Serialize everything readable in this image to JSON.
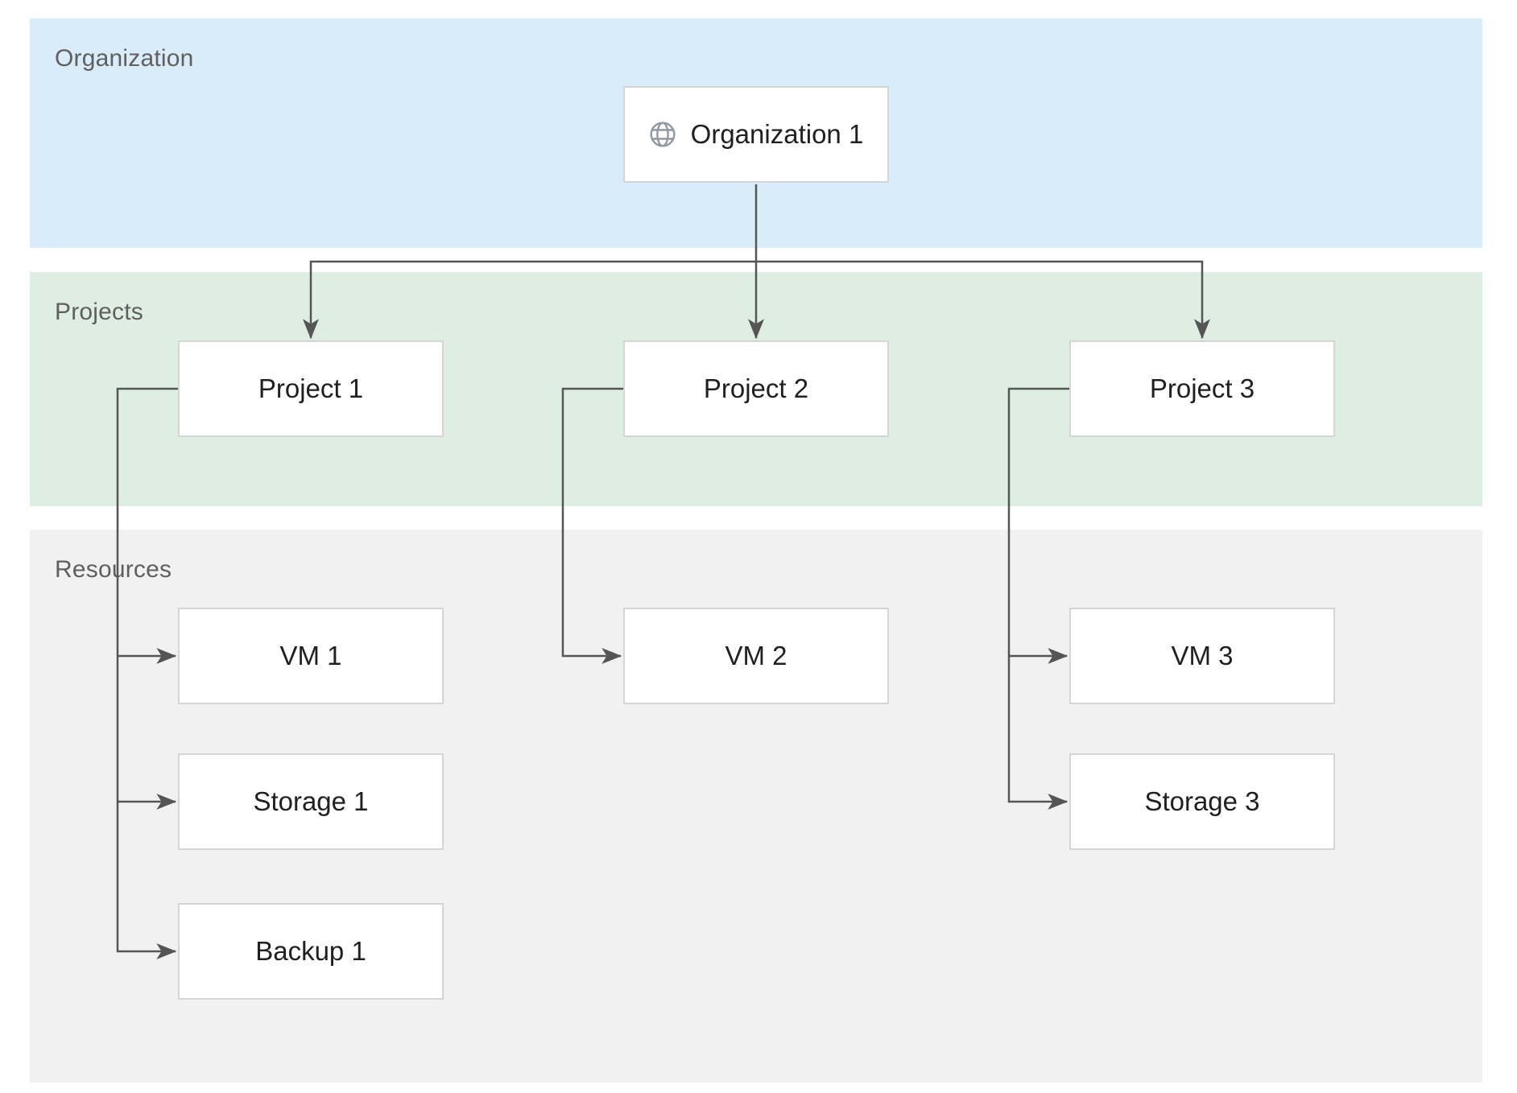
{
  "bands": {
    "organization": {
      "label": "Organization",
      "color": "#d8ecf9"
    },
    "projects": {
      "label": "Projects",
      "color": "#deeee3"
    },
    "resources": {
      "label": "Resources",
      "color": "#f1f1f2"
    }
  },
  "nodes": {
    "org1": {
      "label": "Organization 1",
      "icon": "globe-icon"
    },
    "p1": {
      "label": "Project 1"
    },
    "p2": {
      "label": "Project 2"
    },
    "p3": {
      "label": "Project 3"
    },
    "vm1": {
      "label": "VM 1"
    },
    "storage1": {
      "label": "Storage 1"
    },
    "backup1": {
      "label": "Backup 1"
    },
    "vm2": {
      "label": "VM 2"
    },
    "vm3": {
      "label": "VM 3"
    },
    "storage3": {
      "label": "Storage 3"
    }
  },
  "edges": [
    {
      "from": "org1",
      "to": "p1"
    },
    {
      "from": "org1",
      "to": "p2"
    },
    {
      "from": "org1",
      "to": "p3"
    },
    {
      "from": "p1",
      "to": "vm1"
    },
    {
      "from": "p1",
      "to": "storage1"
    },
    {
      "from": "p1",
      "to": "backup1"
    },
    {
      "from": "p2",
      "to": "vm2"
    },
    {
      "from": "p3",
      "to": "vm3"
    },
    {
      "from": "p3",
      "to": "storage3"
    }
  ],
  "colors": {
    "connector": "#555555",
    "node_border": "#d5d5d5",
    "node_fill": "#ffffff",
    "node_text": "#202020",
    "band_label_text": "#5f5f5f",
    "globe_icon": "#9298a2"
  }
}
